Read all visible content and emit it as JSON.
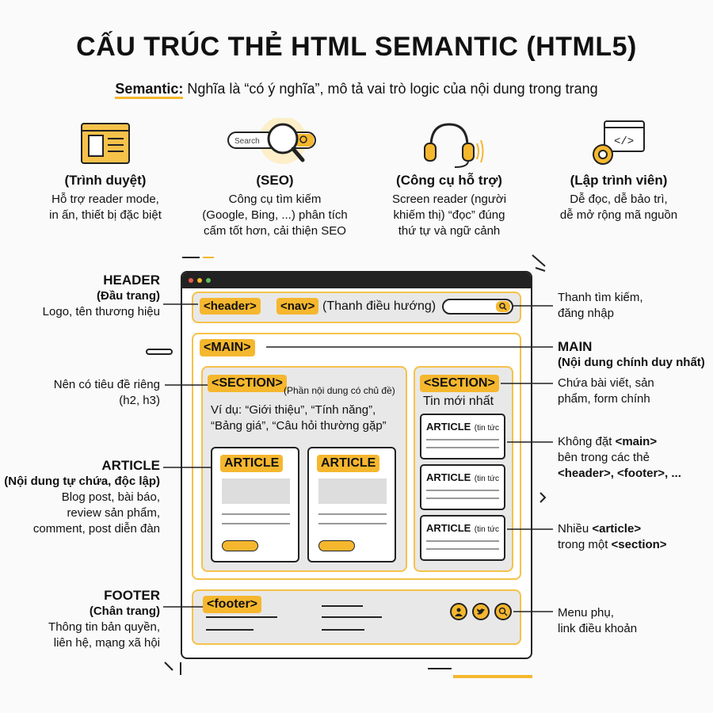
{
  "title": "CẤU TRÚC THẺ HTML SEMANTIC (HTML5)",
  "subtitle": {
    "term": "Semantic:",
    "text": " Nghĩa là “có ý nghĩa”, mô tả vai trò logic của nội dung trong trang"
  },
  "categories": [
    {
      "title": "(Trình duyệt)",
      "desc1": "Hỗ trợ reader mode,",
      "desc2": "in ấn, thiết bị đặc biệt",
      "desc3": "",
      "icon": "browser-icon"
    },
    {
      "title": "(SEO)",
      "desc1": "Công cụ tìm kiếm",
      "desc2": "(Google, Bing, ...) phân tích",
      "desc3": "cấm tốt hơn, cải thiện SEO",
      "icon": "search-magnifier-icon",
      "search_text": "Search"
    },
    {
      "title": "(Công cụ hỗ trợ)",
      "desc1": "Screen reader (người",
      "desc2": "khiếm thị) “đọc” đúng",
      "desc3": "thứ tự và ngữ cảnh",
      "icon": "headset-icon"
    },
    {
      "title": "(Lập trình viên)",
      "desc1": "Dễ đọc, dễ bảo trì,",
      "desc2": "dễ mở rộng mã nguồn",
      "desc3": "",
      "icon": "code-gear-icon"
    }
  ],
  "left_labels": {
    "header": {
      "h": "HEADER",
      "sub": "(Đầu trang)",
      "desc": "Logo, tên thương hiệu"
    },
    "section": {
      "desc1": "Nên có tiêu đề riêng",
      "desc2": "(h2, h3)"
    },
    "article": {
      "h": "ARTICLE",
      "sub": "(Nội dung tự chứa, độc lập)",
      "desc1": "Blog post, bài báo,",
      "desc2": "review sản phẩm,",
      "desc3": "comment, post diễn đàn"
    },
    "footer": {
      "h": "FOOTER",
      "sub": "(Chân trang)",
      "desc1": "Thông tin bản quyền,",
      "desc2": "liên hệ, mạng xã hội"
    }
  },
  "right_labels": {
    "search": {
      "desc1": "Thanh tìm kiếm,",
      "desc2": "đăng nhập"
    },
    "main": {
      "h": "MAIN",
      "sub": "(Nội dung chính duy nhất)"
    },
    "section": {
      "desc1": "Chứa bài viết, sản",
      "desc2": "phẩm, form chính"
    },
    "nomain": {
      "desc1": "Không đặt ",
      "b1": "<main>",
      "desc2": "bên trong các thẻ",
      "b2": "<header>, <footer>, ..."
    },
    "articles": {
      "desc1": "Nhiều ",
      "b1": "<article>",
      "desc2": "trong một ",
      "b2": "<section>"
    },
    "footer": {
      "desc1": "Menu phụ,",
      "desc2": "link điều khoản"
    }
  },
  "diagram": {
    "header_tag": "<header>",
    "nav_tag": "<nav>",
    "nav_text": "(Thanh điều hướng)",
    "main_tag": "<MAIN>",
    "section_tag": "<SECTION>",
    "section_note": "(Phần nội dung có chủ đề)",
    "section_example1": "Ví dụ: “Giới thiệu”, “Tính năng”,",
    "section_example2": "“Bảng giá”, “Câu hỏi thường gặp”",
    "article_tag": "ARTICLE",
    "side_section_tag": "<SECTION>",
    "side_section_title": "Tin mới nhất",
    "side_article_tag": "ARTICLE",
    "side_article_note": "(tin tức",
    "footer_tag": "<footer>"
  },
  "colors": {
    "accent": "#f5b72e",
    "accent_light": "#f5c24a",
    "dark": "#222222"
  }
}
